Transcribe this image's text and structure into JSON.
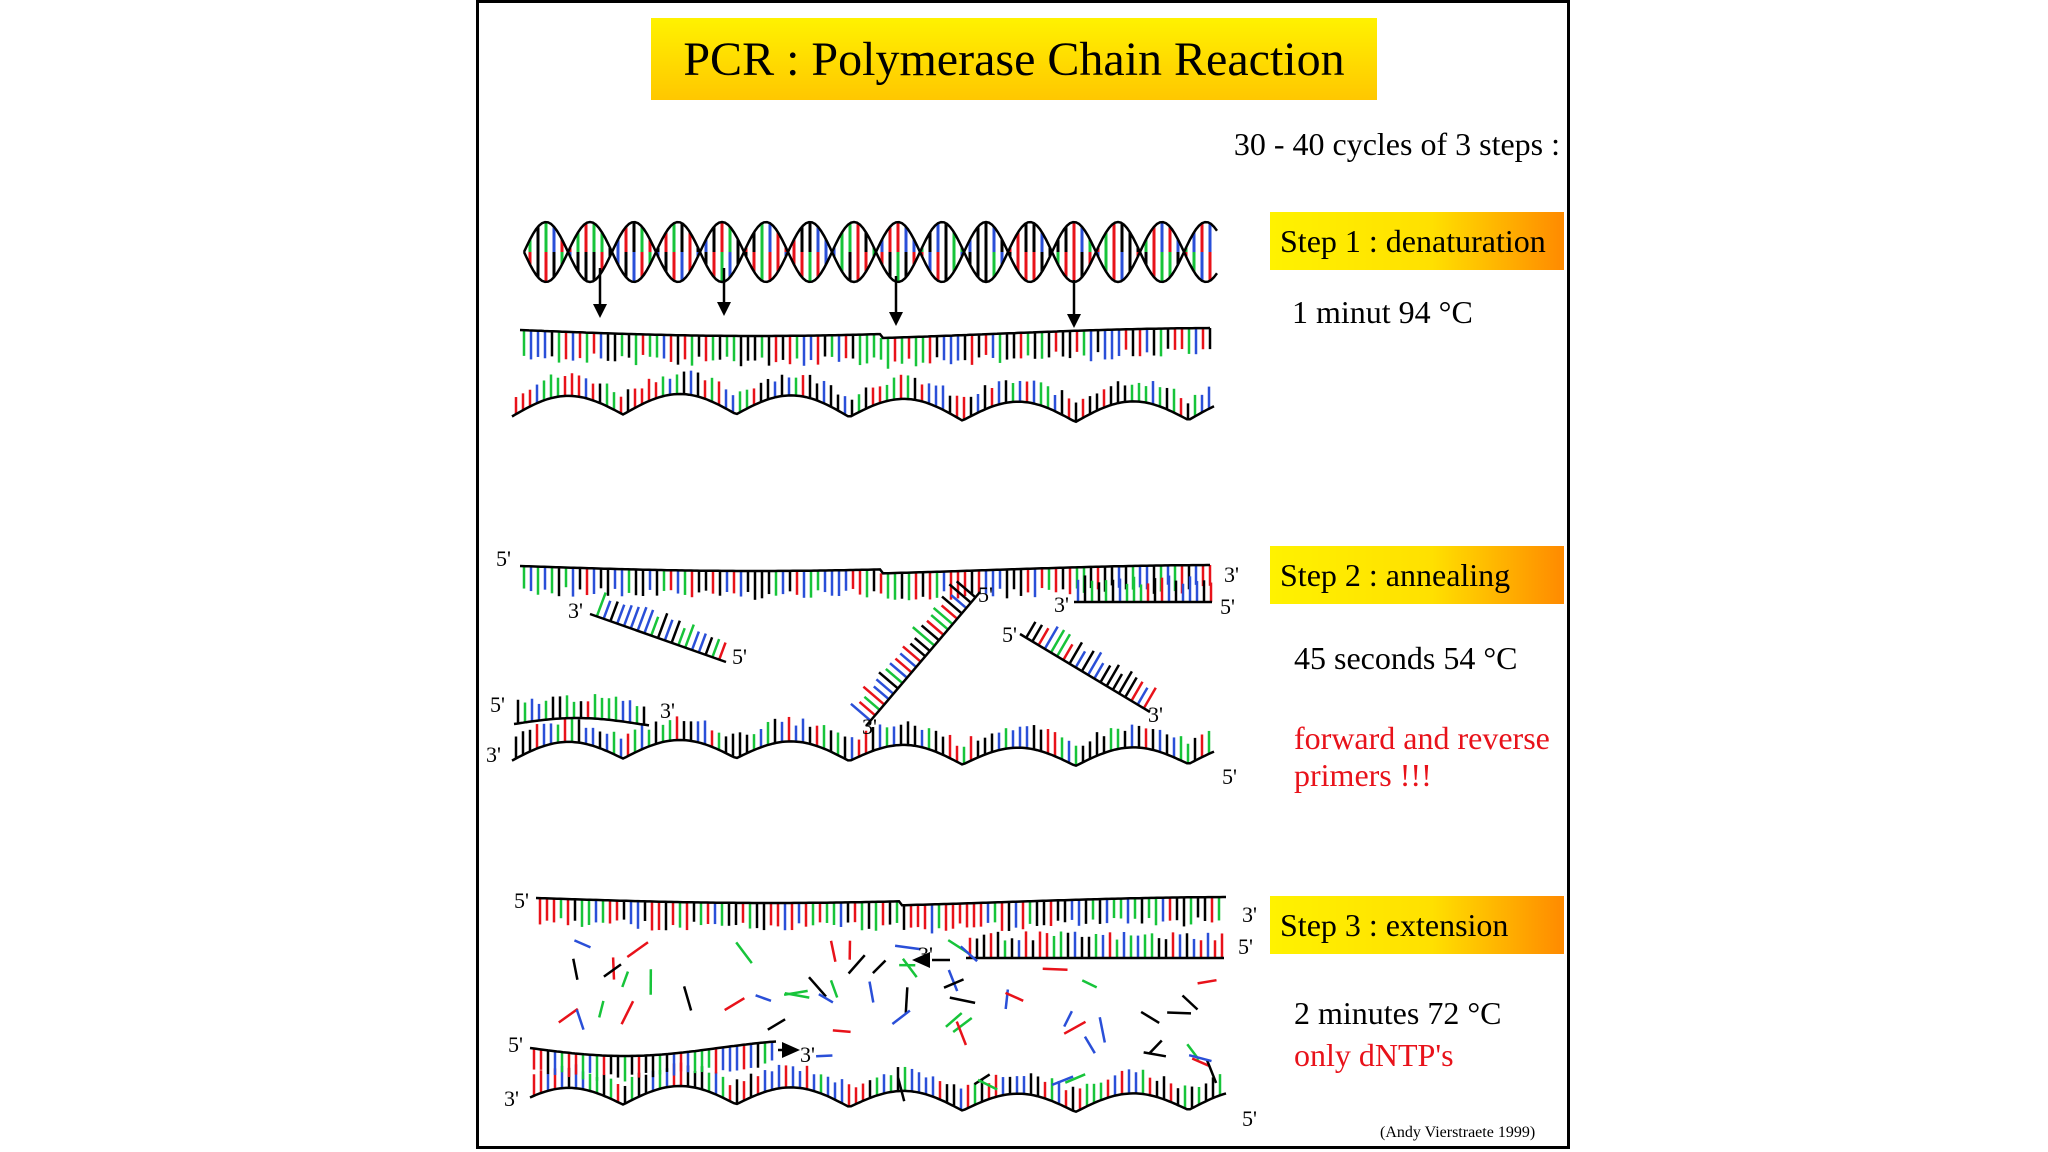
{
  "title": "PCR : Polymerase Chain Reaction",
  "subtitle": "30 - 40 cycles of 3 steps :",
  "steps": [
    {
      "label": "Step 1 : denaturation",
      "detail": "1 minut 94 °C",
      "note": ""
    },
    {
      "label": "Step 2 : annealing",
      "detail": "45 seconds 54 °C",
      "note_line1": "forward and reverse",
      "note_line2": "primers !!!"
    },
    {
      "label": "Step 3 : extension",
      "detail": "2 minutes 72 °C",
      "note": "only dNTP's"
    }
  ],
  "strand_ends": {
    "five": "5'",
    "three": "3'"
  },
  "credit": "(Andy Vierstraete 1999)",
  "colors": {
    "base_black": "#000000",
    "base_red": "#e8121a",
    "base_green": "#17c43a",
    "base_blue": "#2a4fd8",
    "title_fill": "#fff200",
    "step_fill_end": "#ff8a00",
    "note_text": "#e8121a"
  }
}
